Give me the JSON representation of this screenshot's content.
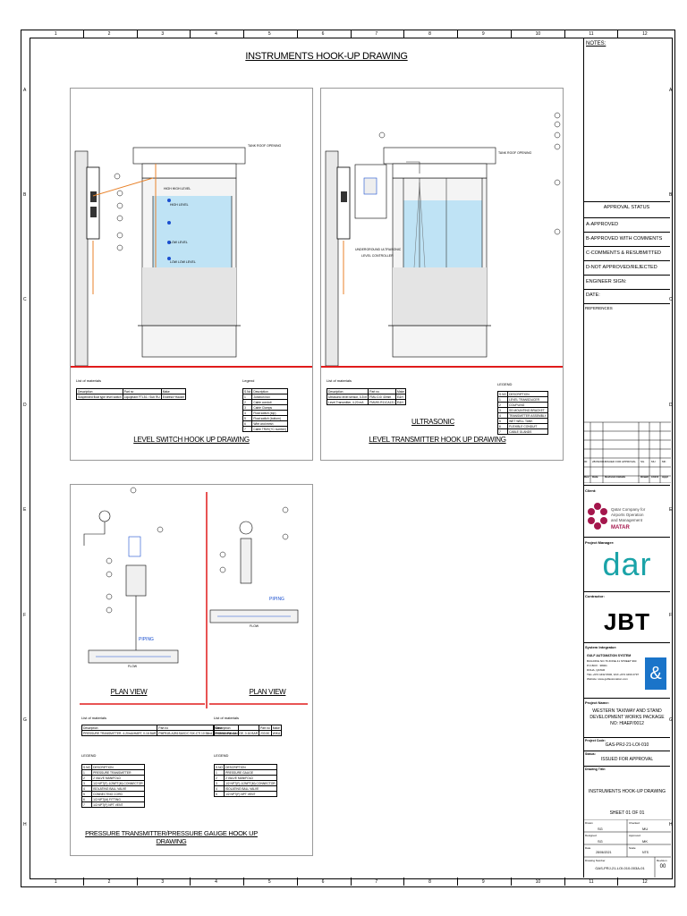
{
  "drawing_title": "INSTRUMENTS HOOK-UP DRAWING",
  "grid": {
    "columns": [
      "1",
      "2",
      "3",
      "4",
      "5",
      "6",
      "7",
      "8",
      "9",
      "10",
      "11",
      "12"
    ],
    "rows": [
      "A",
      "B",
      "C",
      "D",
      "E",
      "F",
      "G",
      "H"
    ]
  },
  "panels": {
    "level_switch": {
      "caption": "LEVEL SWITCH HOOK UP DRAWING",
      "level_labels": [
        "HIGH HIGH LEVEL",
        "HIGH LEVEL",
        "LOW LEVEL",
        "LOW LOW LEVEL"
      ],
      "top_label": "TANK ROOF OPENING",
      "materials_title": "List of materials",
      "materials_headers": [
        "Description",
        "Part no",
        "Make"
      ],
      "materials_rows": [
        [
          "Suspended float type level switch",
          "Liquiphant FTL51 / Sub RU",
          "Endress+Hauser"
        ]
      ],
      "legend_title": "Legend",
      "legend_headers": [
        "S.No",
        "Description"
      ],
      "legend_rows": [
        [
          "1",
          "Junction box"
        ],
        [
          "2",
          "Cable conduit"
        ],
        [
          "3",
          "Cable Clamps"
        ],
        [
          "4",
          "Float switch (top)"
        ],
        [
          "5",
          "Float switch (bottom)"
        ],
        [
          "6",
          "Wire and mesh"
        ],
        [
          "7",
          "Cable TRAY(+C number)"
        ]
      ]
    },
    "ultrasonic": {
      "caption_line1": "ULTRASONIC",
      "caption_line2": "LEVEL TRANSMITTER HOOK UP DRAWING",
      "top_label": "TANK ROOF OPENING",
      "controller_label_1": "UNDERGROUND ULTRASONIC",
      "controller_label_2": "LEVEL CONTROLLER",
      "materials_title": "List of materials",
      "materials_headers": [
        "Description",
        "Part no",
        "Make"
      ],
      "materials_rows": [
        [
          "Ultrasonic level sensor, 0-5 m",
          "FMU-0-0/ 40mm",
          "E&H"
        ],
        [
          "Level Transmitter, 4-20 mA",
          "FMU90-R11CA131",
          "E&H"
        ]
      ],
      "legend_title": "LEGEND",
      "legend_headers": [
        "S.NO",
        "DESCRIPTION"
      ],
      "legend_rows": [
        [
          "1",
          "LEVEL TRANSDUCER"
        ],
        [
          "2",
          "COUPLING"
        ],
        [
          "3",
          "SS MOUNTING BRACKET"
        ],
        [
          "4",
          "TRANSMITTER ASSEMBLY"
        ],
        [
          "5",
          "WET WELL TANK"
        ],
        [
          "6",
          "FLEXIBLE CONDUIT"
        ],
        [
          "7",
          "CABLE GLANDS"
        ]
      ]
    },
    "pressure": {
      "caption": "PRESSURE TRANSMITTER/PRESSURE GAUGE HOOK UP DRAWING",
      "plan_view_left": "PLAN VIEW",
      "plan_view_right": "PLAN VIEW",
      "piping_left": "PIPING",
      "piping_right": "PIPING",
      "flow_label": "FLOW",
      "left_materials_title": "List of materials",
      "left_materials_headers": [
        "Description",
        "Part no",
        "Make"
      ],
      "left_materials_rows": [
        [
          "PRESSURE TRANSMITTER, 4-20mA/HART, 0-16 BAR",
          "PMP51B-A2B1SA0C/C SIX-CTI 10 Blind",
          "Endress+Hauser"
        ]
      ],
      "left_legend_title": "LEGEND",
      "left_legend_headers": [
        "S.NO",
        "DESCRIPTION"
      ],
      "left_legend_rows": [
        [
          "1",
          "PRESSURE TRANSMITTER"
        ],
        [
          "2",
          "2 VALVE MANIFOLD"
        ],
        [
          "3",
          "1/2 NPT(F)-1/2NPT(M) CONNECTOR"
        ],
        [
          "4",
          "ISOLATING BALL VALVE"
        ],
        [
          "5",
          "CONNECTING CORD"
        ],
        [
          "6",
          "1/2 NPT(M) FITTING"
        ],
        [
          "7",
          "1/2 NPT(F) NPT VENT"
        ]
      ],
      "right_materials_title": "List of materials",
      "right_materials_headers": [
        "Description",
        "Part no",
        "Make"
      ],
      "right_materials_rows": [
        [
          "PRESSURE GAUGE, 0-16 BAR",
          "233.50",
          "WIKA"
        ]
      ],
      "right_legend_title": "LEGEND",
      "right_legend_headers": [
        "S.NO",
        "DESCRIPTION"
      ],
      "right_legend_rows": [
        [
          "1",
          "PRESSURE GAUGE"
        ],
        [
          "2",
          "2 VALVE MANIFOLD"
        ],
        [
          "3",
          "1/2 NPT(F)-1/2NPT(M) CONNECTOR"
        ],
        [
          "4",
          "ISOLATING BALL VALVE"
        ],
        [
          "5",
          "1/2 NPT(F) NPT VENT"
        ]
      ]
    }
  },
  "title_block": {
    "notes_label": "NOTES:",
    "approval_status": "APPROVAL STATUS",
    "approval_items": [
      "A-APPROVED",
      "B-APPROVED WITH COMMENTS",
      "C-COMMENTS & RESUBMITTED",
      "D-NOT APPROVED/REJECTED"
    ],
    "engineer_sign": "ENGINEER SIGN:",
    "date_label": "DATE:",
    "references_label": "REFERENCES",
    "revision_row": [
      "00",
      "28/06/2021",
      "ISSUED FOR APPROVAL",
      "SG",
      "MU",
      "MK"
    ],
    "revision_headers": [
      "Rev",
      "Date",
      "Revision Details",
      "Drawn",
      "Chk'd",
      "Appr"
    ],
    "client_label": "Client:",
    "client_name_1": "Qatar Company for",
    "client_name_2": "Airports Operation",
    "client_name_3": "and Management",
    "client_brand": "MATAR",
    "pm_label": "Project Manager:",
    "pm_logo": "dar",
    "contractor_label": "Contractor:",
    "contractor_logo": "JBT",
    "si_label": "System Integrator:",
    "si_company": "GULF AUTOMATION SYSTEM",
    "si_address_1": "BUILDING NO.76 ZONE 41 STREET 960",
    "si_address_2": "P.O.BOX : 38001",
    "si_address_3": "DOHA, QATAR",
    "si_address_4": "TEL:+974 4432 6600, FAX:+974 4460 2797",
    "si_address_5": "Website: www.gulfautomation.com",
    "project_name_label": "Project Name:",
    "project_name": "WESTERN TAXIWAY AND STAND DEVELOPMENT WORKS   PACKAGE NO: HIAEP/0012",
    "project_code_label": "Project Code:",
    "project_code": "GAS-PRJ-21-LOI-010",
    "status_label": "Status:",
    "status": "ISSUED FOR APPROVAL",
    "drawing_title_label": "Drawing Title:",
    "drawing_title": "INSTRUMENTS HOOK-UP DRAWING",
    "sheet": "SHEET 01 OF 01",
    "drawn_label": "Drawn",
    "drawn": "SG",
    "checked_label": "Checked",
    "checked": "MU",
    "designed_label": "Designed",
    "designed": "SG",
    "approved_label": "Approved",
    "approved": "MK",
    "date_small_label": "Date",
    "date_value": "28/06/2021",
    "scale_label": "Scale",
    "scale_value": "NTS",
    "drawing_number_label": "Drawing Number",
    "drawing_number": "GAS-PRJ-21-LOI-010-003A-01",
    "revision_label": "Revision",
    "revision": "00"
  },
  "colors": {
    "red": "#e01b1b",
    "water": "#bfe3f5",
    "orange": "#e8822a",
    "blue": "#1a4fd0",
    "matar": "#a4164c",
    "dar": "#1aa3a8",
    "gas": "#1a74c9"
  }
}
